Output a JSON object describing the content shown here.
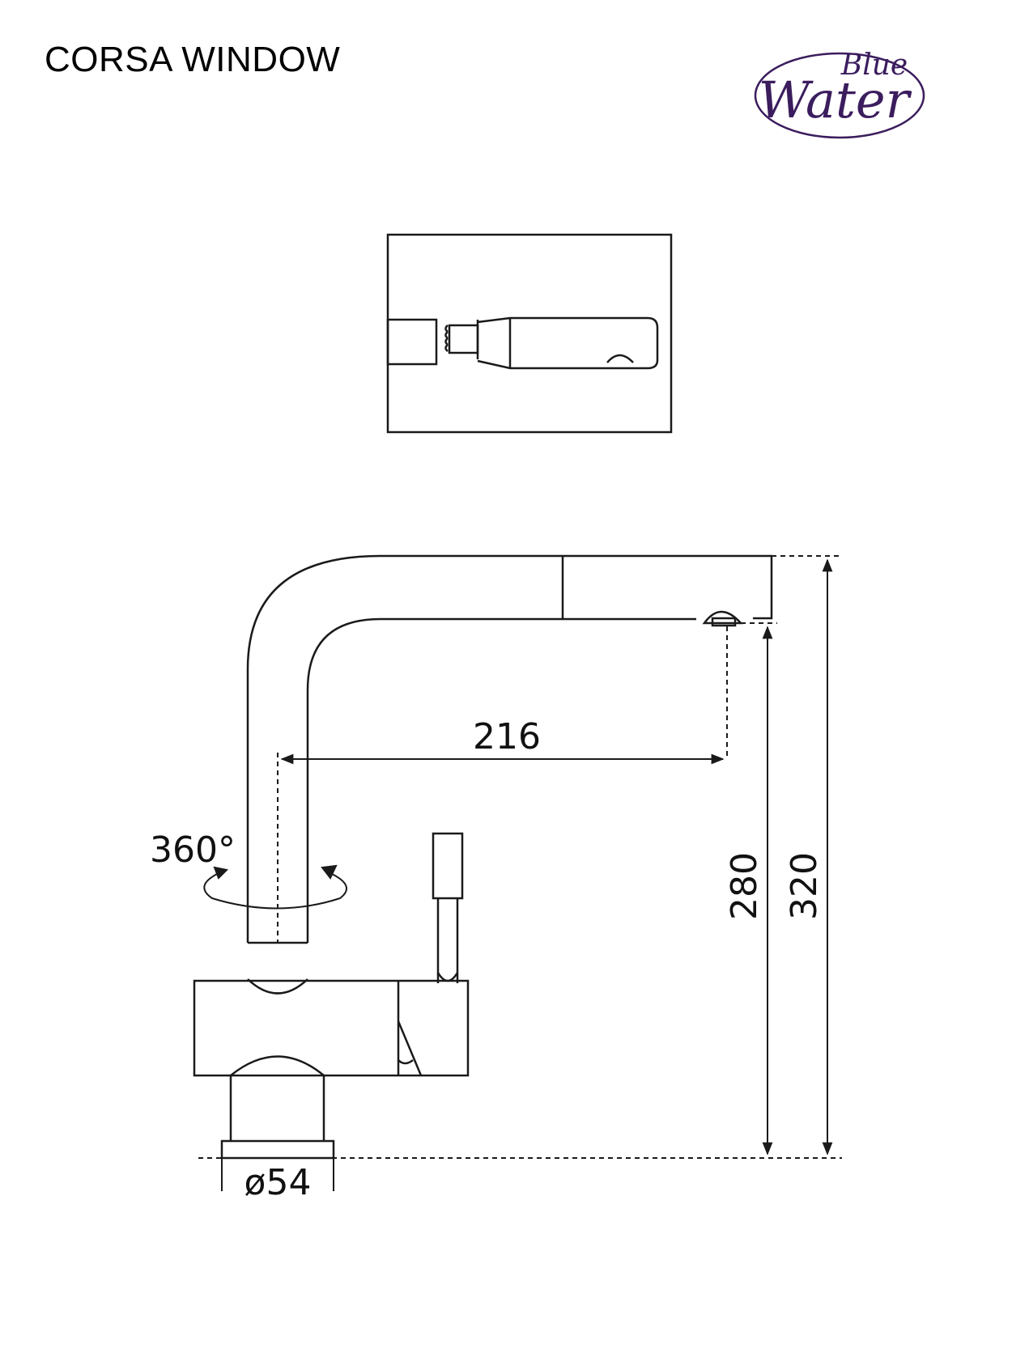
{
  "header": {
    "title": "CORSA WINDOW"
  },
  "logo": {
    "word1": "Blue",
    "word2": "Water",
    "color": "#3b1d5e"
  },
  "dimensions": {
    "reach": "216",
    "rotation": "360°",
    "spout_height": "280",
    "total_height": "320",
    "base_diameter": "ø54"
  },
  "colors": {
    "line": "#1a1a1a",
    "background": "#ffffff"
  }
}
